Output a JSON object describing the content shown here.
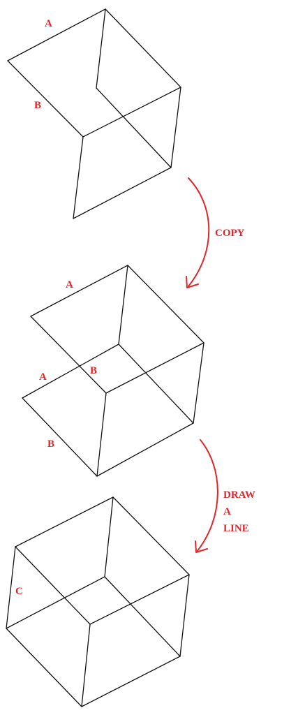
{
  "colors": {
    "lines": "#111111",
    "annotations": "#e0262a"
  },
  "labels": {
    "fig1_a": "A",
    "fig1_b": "B",
    "fig2_a_top": "A",
    "fig2_b_mid": "B",
    "fig2_a_mid": "A",
    "fig2_b_bottom": "B",
    "fig3_c": "C"
  },
  "steps": {
    "copy": "COPY",
    "draw_line": [
      "DRAW",
      "A",
      "LINE"
    ]
  }
}
